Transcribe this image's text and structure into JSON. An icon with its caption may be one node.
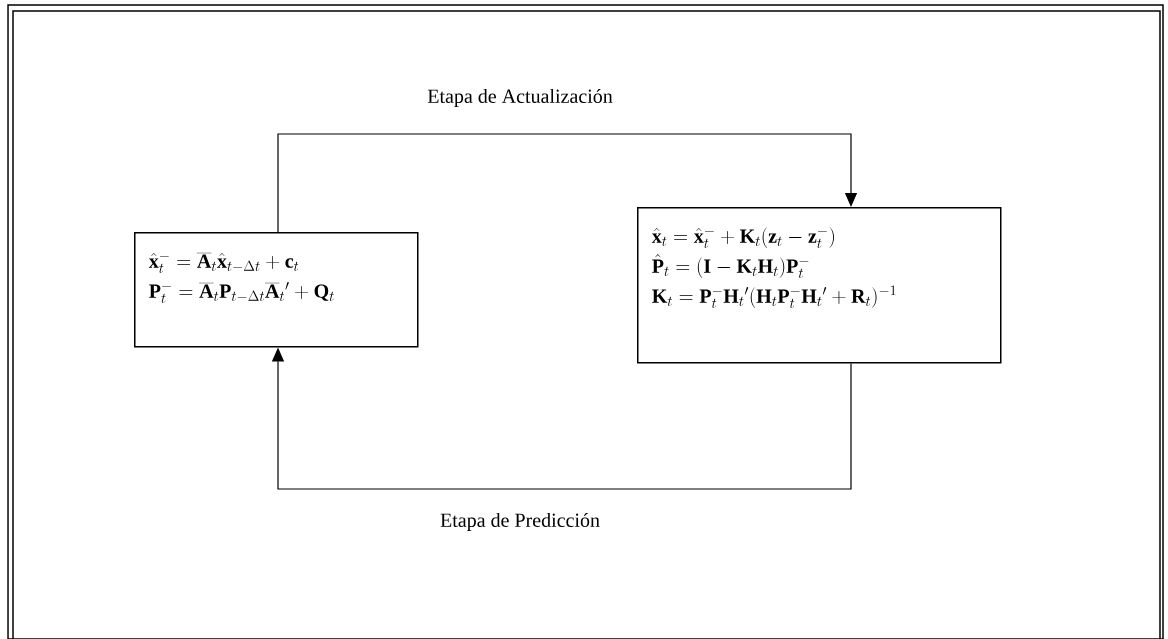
{
  "diagram": {
    "nodes": [
      {
        "text": [
          "\\hat{\\mathbf{x}}_t^- = \\overline{\\mathbf{A}}_t\\hat{\\mathbf{x}}_{t-\\Delta t} + \\mathbf{c}_t",
          "\\mathbf{P}_t^- = \\overline{\\mathbf{A}}_t\\mathbf{P}_{t-\\Delta t}\\overline{\\mathbf{A}}_t{}' + \\mathbf{Q}_t"
        ]
      },
      {
        "text": [
          "\\hat{\\mathbf{x}}_t = \\hat{\\mathbf{x}}_t^- + \\mathbf{K}_t(\\mathbf{z}_t - \\mathbf{z}_t^-)",
          "\\hat{\\mathbf{P}}_t = (\\mathbf{I} - \\mathbf{K}_t\\mathbf{H}_t)\\mathbf{P}_t^-",
          "\\mathbf{K}_t = \\mathbf{P}_t^-\\mathbf{H}_t{}'(\\mathbf{H}_t\\mathbf{P}_t^-\\mathbf{H}_t{}' + \\mathbf{R}_t)^{-1}"
        ]
      }
    ],
    "edges": [
      {
        "from": 0,
        "to": 1,
        "arrow": "to",
        "label": "Etapa de Actualización"
      },
      {
        "from": 1,
        "to": 0,
        "arrow": "to",
        "label": "Etapa de Predicción"
      }
    ]
  }
}
